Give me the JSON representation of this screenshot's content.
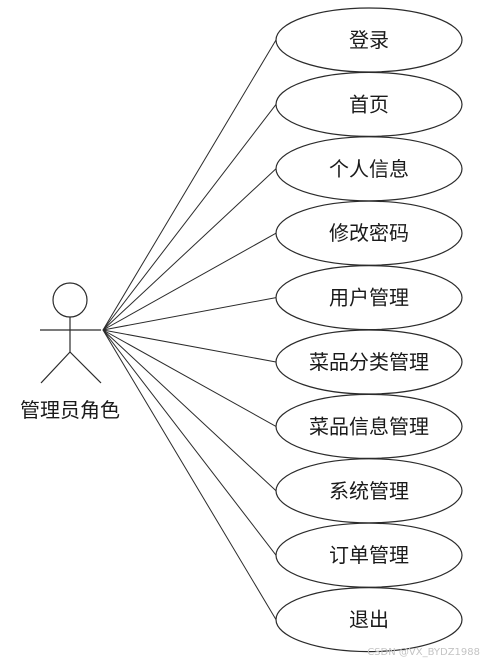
{
  "actor": {
    "label": "管理员角色"
  },
  "use_cases": [
    {
      "label": "登录"
    },
    {
      "label": "首页"
    },
    {
      "label": "个人信息"
    },
    {
      "label": "修改密码"
    },
    {
      "label": "用户管理"
    },
    {
      "label": "菜品分类管理"
    },
    {
      "label": "菜品信息管理"
    },
    {
      "label": "系统管理"
    },
    {
      "label": "订单管理"
    },
    {
      "label": "退出"
    }
  ],
  "watermark": {
    "text": "CSDN @VX_BYDZ1988"
  }
}
